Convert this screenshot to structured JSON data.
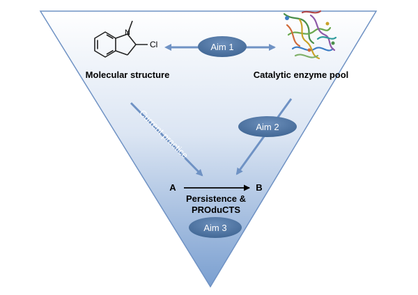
{
  "structure_label": "Molecular structure",
  "enzyme_label": "Catalytic enzyme pool",
  "chloro_label": "Cl",
  "aims": [
    "Aim 1",
    "Aim 2",
    "Aim 3"
  ],
  "current_practice_label": "Current practice",
  "point_a": "A",
  "point_b": "B",
  "outcome_line1": "Persistence &",
  "outcome_line2": "PROduCTS",
  "colors": {
    "triangle_top": "#ffffff",
    "triangle_bottom": "#7a9fd0",
    "triangle_stroke": "#6f92c4",
    "pill_fill": "#4e76a3",
    "pill_text": "#ffffff",
    "arrow": "#6f92c4",
    "label_text": "#000000",
    "current_practice_text": "#ffffff"
  }
}
